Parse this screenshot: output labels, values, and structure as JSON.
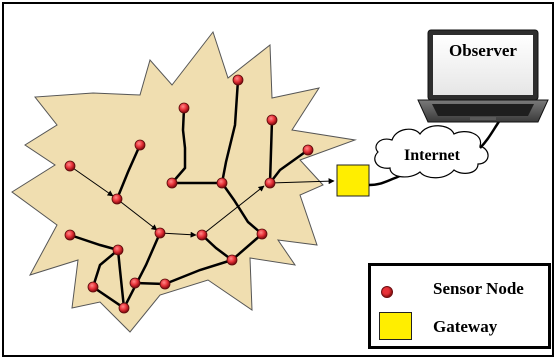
{
  "observer_label": "Observer",
  "internet_label": "Internet",
  "legend": {
    "sensor_node_label": "Sensor Node",
    "gateway_label": "Gateway"
  },
  "colors": {
    "region_fill": "#f0deb0",
    "sensor_node": "#e8333a",
    "gateway": "#ffee00"
  }
}
